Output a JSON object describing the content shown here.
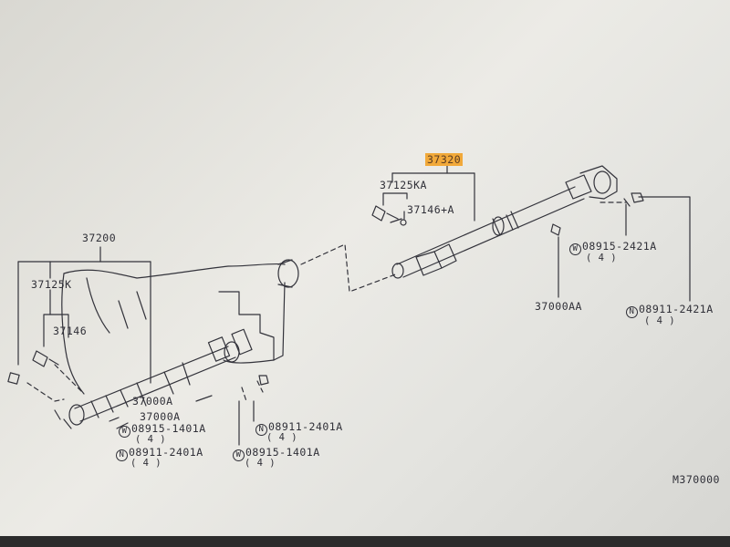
{
  "labels": {
    "assembly_main": "37200",
    "assembly_rear": "37320",
    "joint_front": "37125K",
    "joint_rear": "37125KA",
    "spider_front": "37146",
    "spider_rear": "37146+A",
    "bolt_a": "37000A",
    "bolt_a2": "37000A",
    "bolt_aa": "37000AA",
    "part_08915_1401a_top": "08915-1401A",
    "part_08911_2401a_left": "08911-2401A",
    "part_08911_2401a_right": "08911-2401A",
    "part_08915_1401a_bottom": "08915-1401A",
    "part_08915_2421a": "08915-2421A",
    "part_08911_2421a": "08911-2421A",
    "figure_code": "M370000"
  },
  "markers": {
    "w": "W",
    "n": "N",
    "qty": "( 4 )"
  },
  "colors": {
    "highlight": "#f1a93a",
    "ink": "#2f2f37"
  }
}
